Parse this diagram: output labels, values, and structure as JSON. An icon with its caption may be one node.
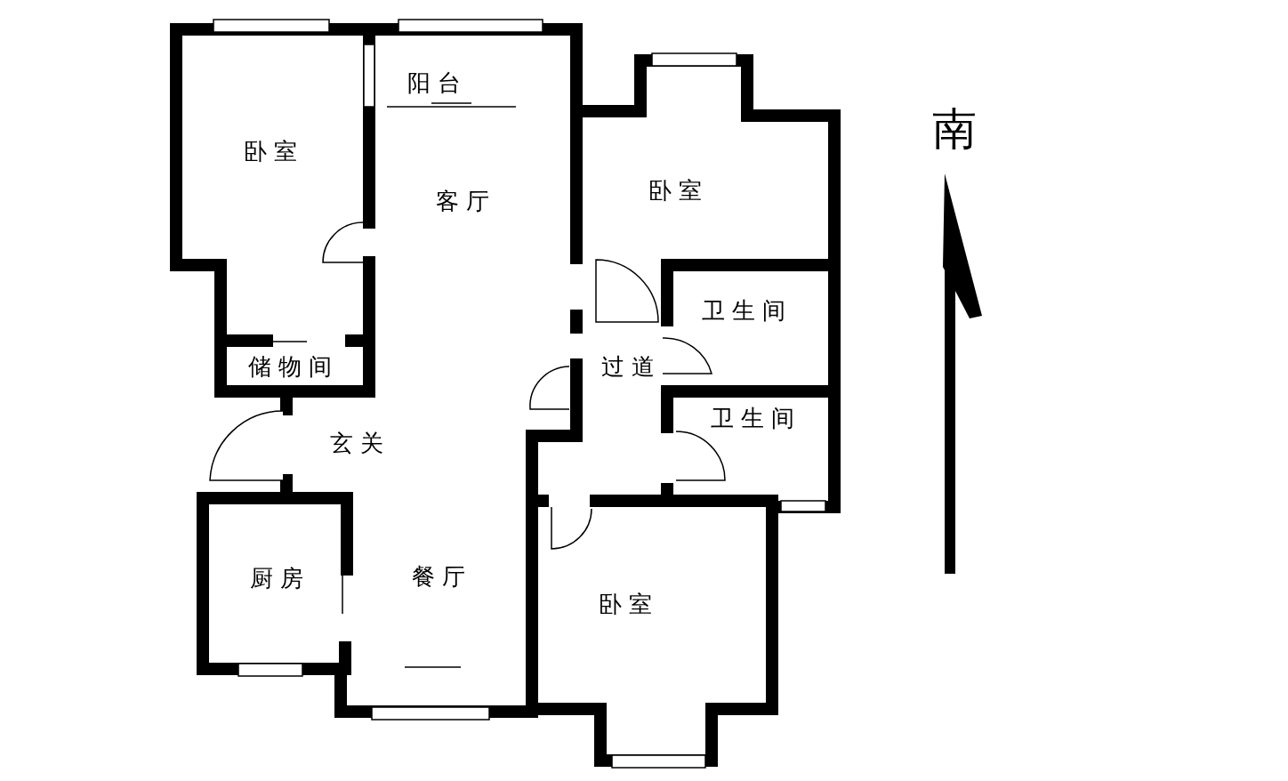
{
  "diagram": {
    "labels": [
      "阳台",
      "南",
      "卧室",
      "卧室",
      "客厅",
      "卫生间",
      "过道",
      "储物间",
      "卫生间",
      "玄关",
      "厨房",
      "餐厅",
      "卧室"
    ]
  }
}
